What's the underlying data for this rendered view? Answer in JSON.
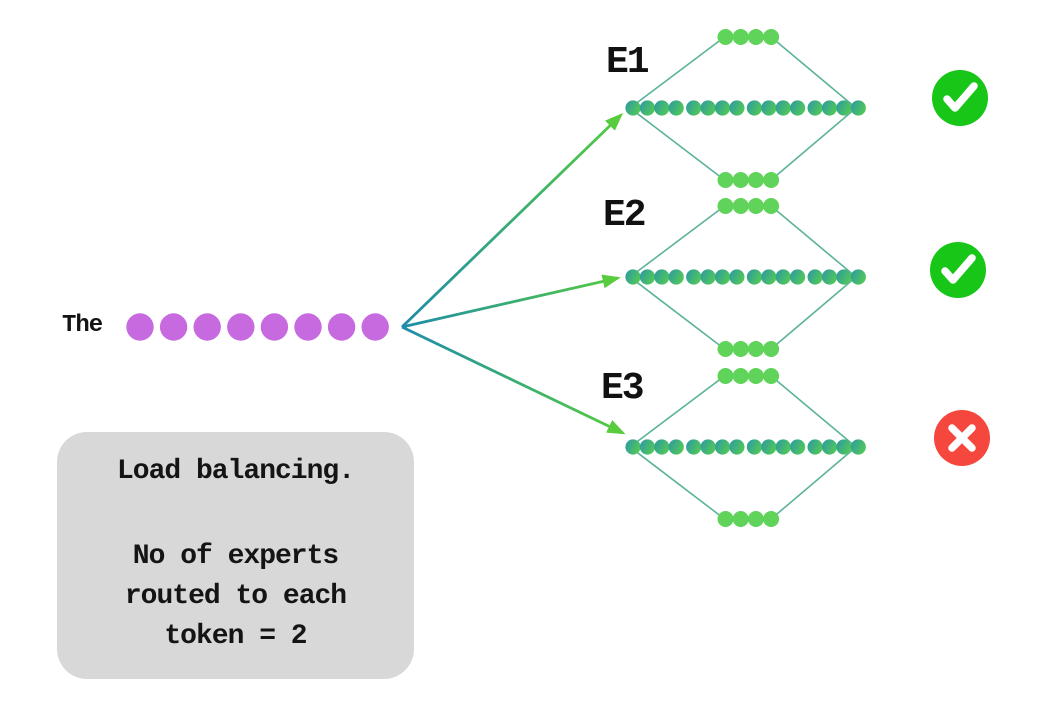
{
  "token": {
    "label": "The",
    "dot_count": 8
  },
  "experts": [
    {
      "label": "E1",
      "routed": true,
      "status_icon": "check-circle-icon",
      "top_dots": 4,
      "mid_dots": 16,
      "bottom_dots": 4
    },
    {
      "label": "E2",
      "routed": true,
      "status_icon": "check-circle-icon",
      "top_dots": 4,
      "mid_dots": 16,
      "bottom_dots": 4
    },
    {
      "label": "E3",
      "routed": false,
      "status_icon": "cross-circle-icon",
      "top_dots": 4,
      "mid_dots": 16,
      "bottom_dots": 4
    }
  ],
  "note": {
    "lines": [
      "Load balancing.",
      "No of experts",
      "routed to each",
      "token = 2"
    ]
  },
  "colors": {
    "token_dot": "#c76ae0",
    "unit_dot_teal": "#2e9d9f",
    "unit_dot_green": "#55cb52",
    "small_dot": "#5fd35a",
    "edge": "#4aab8f",
    "arrow_start": "#1e8cab",
    "arrow_end": "#55cc3f",
    "arrow_head": "#58cc3c",
    "check_bg": "#17c617",
    "cross_bg": "#f5473d",
    "icon_glyph": "#ffffff",
    "note_bg": "#d8d8d8",
    "text": "#141414"
  }
}
